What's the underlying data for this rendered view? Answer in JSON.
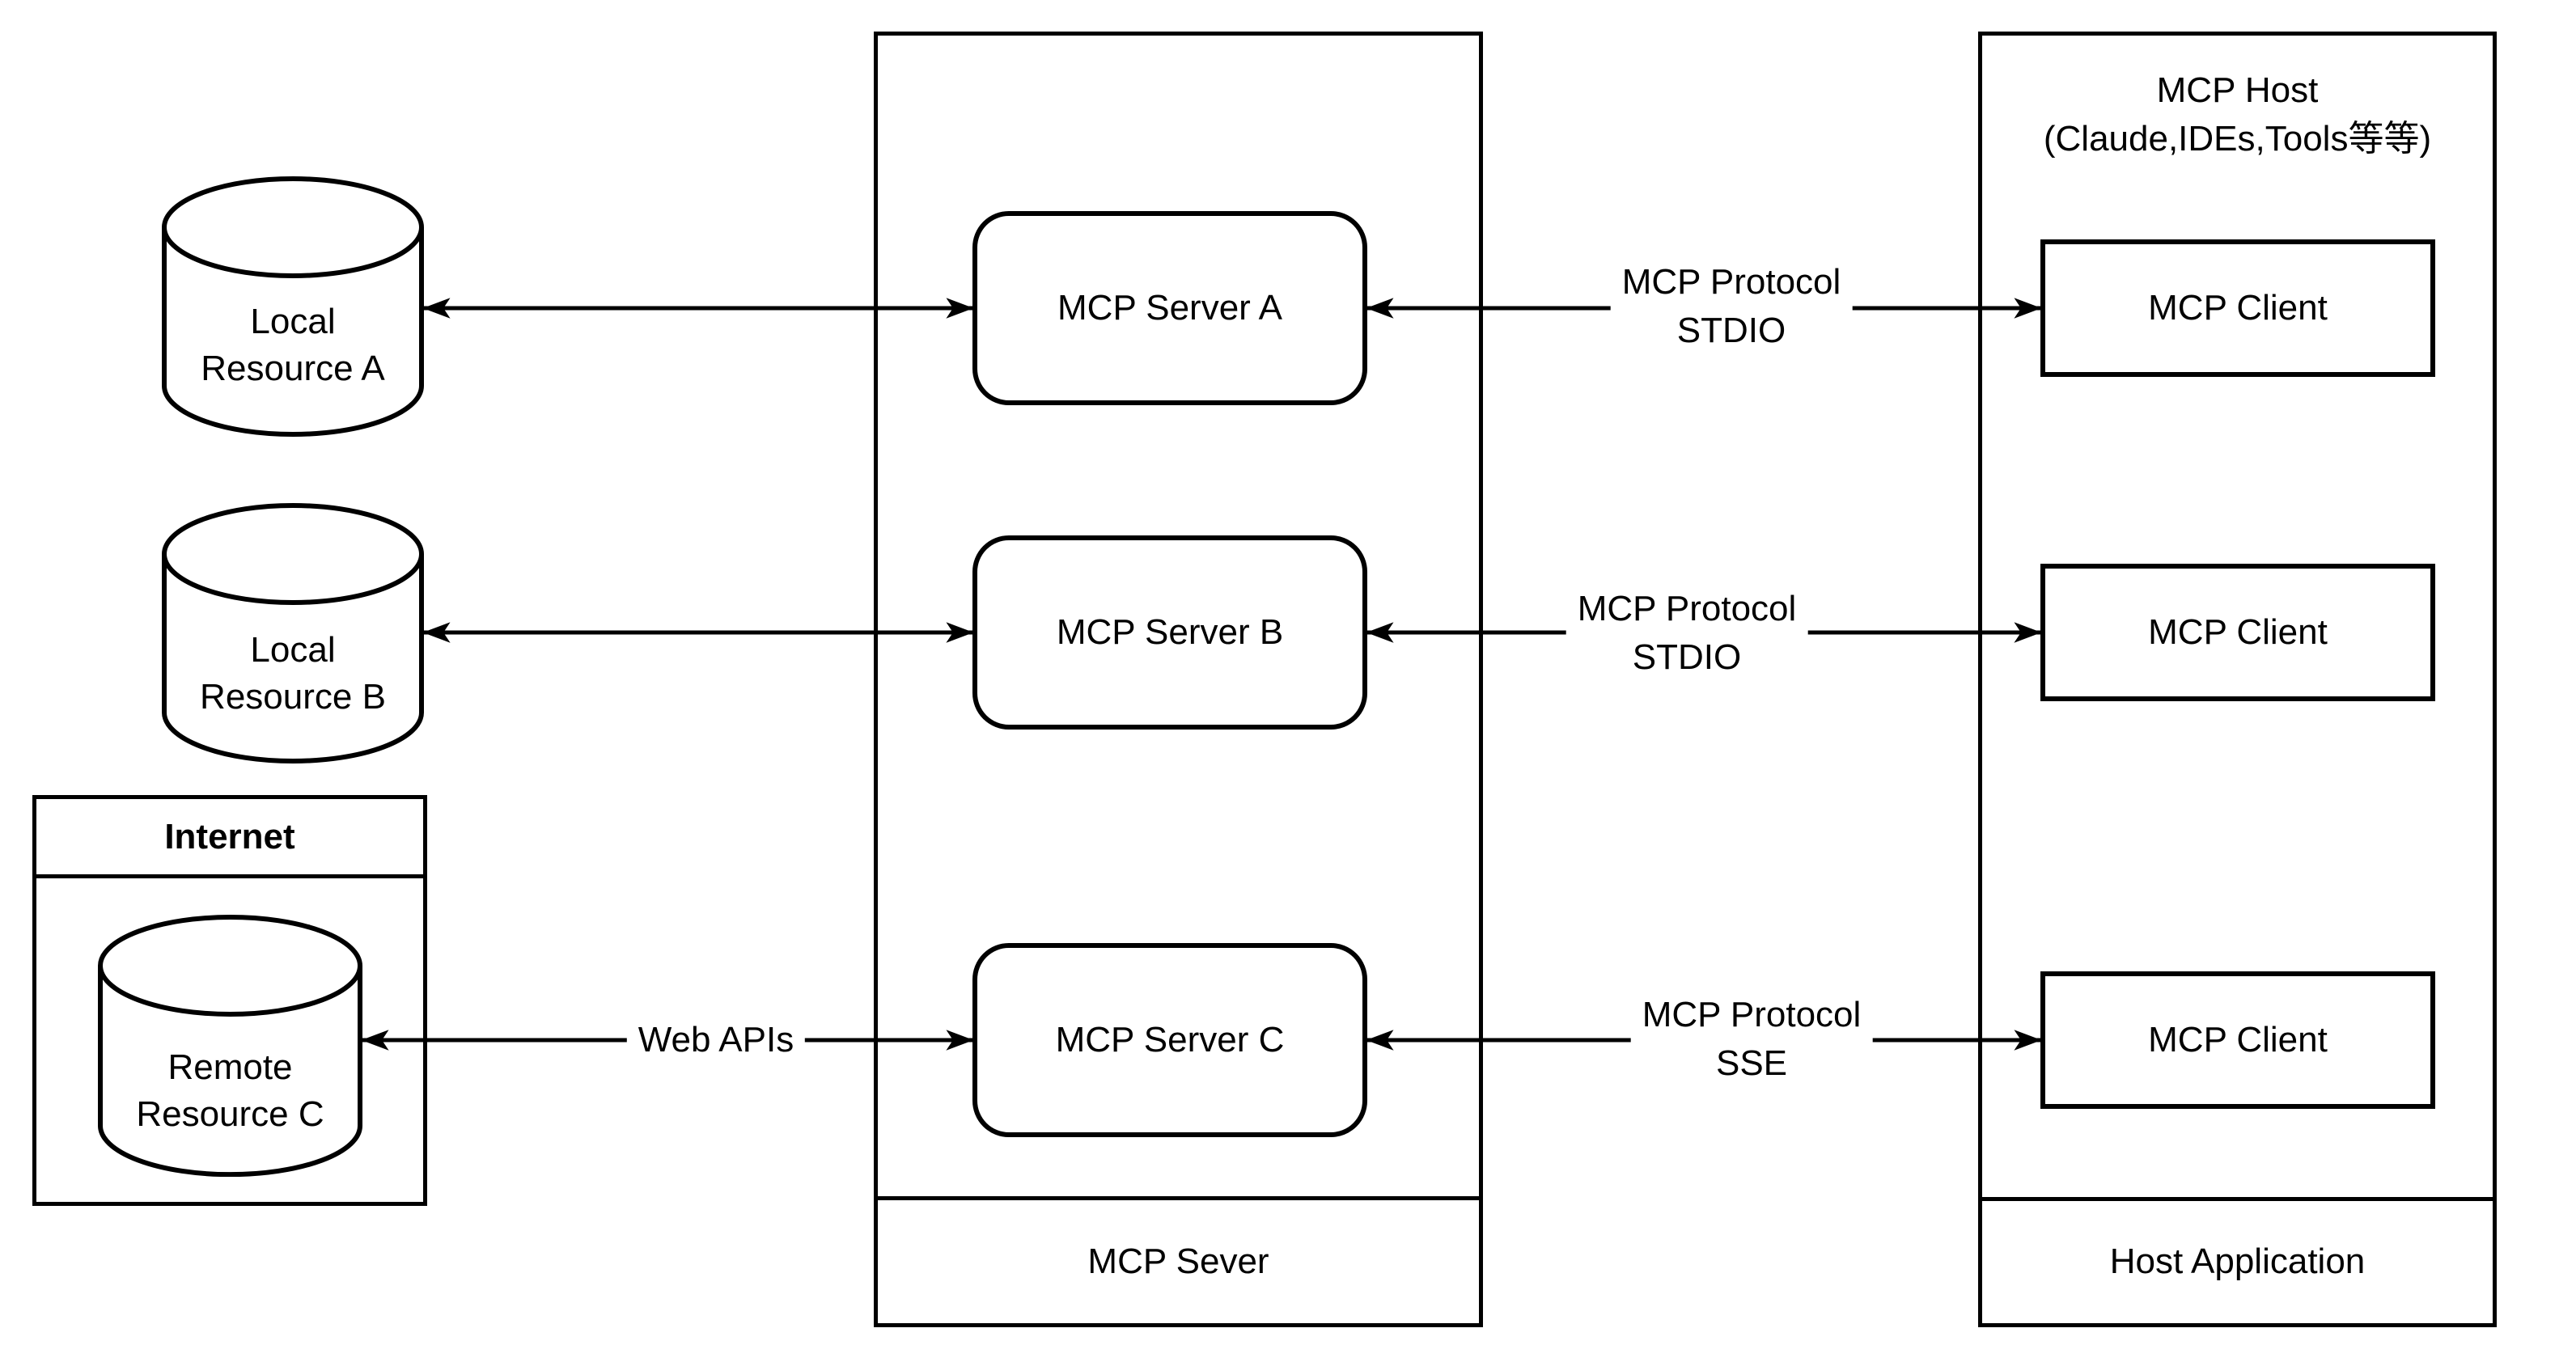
{
  "colors": {
    "stroke": "#000000",
    "background": "#ffffff"
  },
  "left_column": {
    "cylinder_a": {
      "line1": "Local",
      "line2": "Resource A"
    },
    "cylinder_b": {
      "line1": "Local",
      "line2": "Resource B"
    },
    "internet_box": {
      "title": "Internet",
      "cylinder_c": {
        "line1": "Remote",
        "line2": "Resource C"
      }
    }
  },
  "server_container": {
    "server_a": "MCP Server A",
    "server_b": "MCP Server B",
    "server_c": "MCP Server C",
    "footer": "MCP Sever"
  },
  "host_container": {
    "title_line1": "MCP Host",
    "title_line2": "(Claude,IDEs,Tools等等)",
    "client_a": "MCP Client",
    "client_b": "MCP Client",
    "client_c": "MCP Client",
    "footer": "Host Application"
  },
  "edge_labels": {
    "web_apis": "Web APIs",
    "protocol_a_line1": "MCP Protocol",
    "protocol_a_line2": "STDIO",
    "protocol_b_line1": "MCP Protocol",
    "protocol_b_line2": "STDIO",
    "protocol_c_line1": "MCP Protocol",
    "protocol_c_line2": "SSE"
  }
}
